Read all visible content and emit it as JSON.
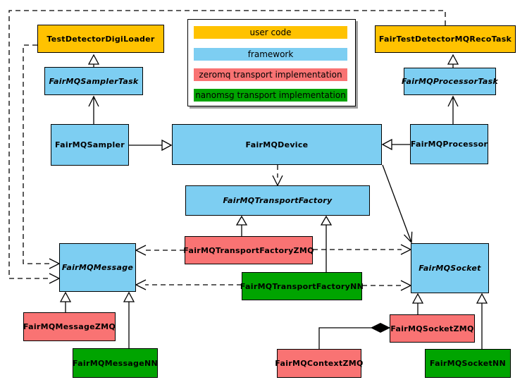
{
  "colors": {
    "user_code": "#FFC200",
    "framework": "#7DCEF2",
    "zeromq": "#F97373",
    "nanomsg": "#00A400",
    "line": "#000000",
    "background": "#ffffff"
  },
  "legend": {
    "items": [
      {
        "label": "user code",
        "color": "#FFC200"
      },
      {
        "label": "framework",
        "color": "#7DCEF2"
      },
      {
        "label": "zeromq transport implementation",
        "color": "#F97373"
      },
      {
        "label": "nanomsg transport implementation",
        "color": "#00A400"
      }
    ]
  },
  "nodes": {
    "testDetectorDigiLoader": {
      "label": "TestDetectorDigiLoader",
      "category": "user code",
      "abstract": false
    },
    "fairTestDetectorMQRecoTask": {
      "label": "FairTestDetectorMQRecoTask",
      "category": "user code",
      "abstract": false
    },
    "fairMQSamplerTask": {
      "label": "FairMQSamplerTask",
      "category": "framework",
      "abstract": true
    },
    "fairMQProcessorTask": {
      "label": "FairMQProcessorTask",
      "category": "framework",
      "abstract": true
    },
    "fairMQSampler": {
      "label": "FairMQSampler",
      "category": "framework",
      "abstract": false
    },
    "fairMQDevice": {
      "label": "FairMQDevice",
      "category": "framework",
      "abstract": false
    },
    "fairMQProcessor": {
      "label": "FairMQProcessor",
      "category": "framework",
      "abstract": false
    },
    "fairMQTransportFactory": {
      "label": "FairMQTransportFactory",
      "category": "framework",
      "abstract": true
    },
    "fairMQTransportFactoryZMQ": {
      "label": "FairMQTransportFactoryZMQ",
      "category": "zeromq",
      "abstract": false
    },
    "fairMQTransportFactoryNN": {
      "label": "FairMQTransportFactoryNN",
      "category": "nanomsg",
      "abstract": false
    },
    "fairMQMessage": {
      "label": "FairMQMessage",
      "category": "framework",
      "abstract": true
    },
    "fairMQSocket": {
      "label": "FairMQSocket",
      "category": "framework",
      "abstract": true
    },
    "fairMQMessageZMQ": {
      "label": "FairMQMessageZMQ",
      "category": "zeromq",
      "abstract": false
    },
    "fairMQMessageNN": {
      "label": "FairMQMessageNN",
      "category": "nanomsg",
      "abstract": false
    },
    "fairMQSocketZMQ": {
      "label": "FairMQSocketZMQ",
      "category": "zeromq",
      "abstract": false
    },
    "fairMQSocketNN": {
      "label": "FairMQSocketNN",
      "category": "nanomsg",
      "abstract": false
    },
    "fairMQContextZMQ": {
      "label": "FairMQContextZMQ",
      "category": "zeromq",
      "abstract": false
    }
  },
  "edges": [
    {
      "from": "FairMQSamplerTask",
      "to": "TestDetectorDigiLoader",
      "type": "generalization"
    },
    {
      "from": "FairMQProcessorTask",
      "to": "FairTestDetectorMQRecoTask",
      "type": "generalization"
    },
    {
      "from": "FairMQSampler",
      "to": "FairMQDevice",
      "type": "generalization"
    },
    {
      "from": "FairMQProcessor",
      "to": "FairMQDevice",
      "type": "generalization"
    },
    {
      "from": "FairMQTransportFactoryZMQ",
      "to": "FairMQTransportFactory",
      "type": "generalization"
    },
    {
      "from": "FairMQTransportFactoryNN",
      "to": "FairMQTransportFactory",
      "type": "generalization"
    },
    {
      "from": "FairMQMessageZMQ",
      "to": "FairMQMessage",
      "type": "generalization"
    },
    {
      "from": "FairMQMessageNN",
      "to": "FairMQMessage",
      "type": "generalization"
    },
    {
      "from": "FairMQSocketZMQ",
      "to": "FairMQSocket",
      "type": "generalization"
    },
    {
      "from": "FairMQSocketNN",
      "to": "FairMQSocket",
      "type": "generalization"
    },
    {
      "from": "FairMQSampler",
      "to": "FairMQSamplerTask",
      "type": "association"
    },
    {
      "from": "FairMQProcessor",
      "to": "FairMQProcessorTask",
      "type": "association"
    },
    {
      "from": "FairMQDevice",
      "to": "FairMQSocket",
      "type": "association"
    },
    {
      "from": "FairTestDetectorMQRecoTask",
      "to": "FairMQMessage",
      "type": "dependency-dashed"
    },
    {
      "from": "TestDetectorDigiLoader",
      "to": "FairMQMessage",
      "type": "dependency-dashed"
    },
    {
      "from": "FairMQDevice",
      "to": "FairMQTransportFactory",
      "type": "dependency-dashed"
    },
    {
      "from": "FairMQTransportFactoryZMQ",
      "to": "FairMQMessage",
      "type": "dependency-dashed"
    },
    {
      "from": "FairMQTransportFactoryZMQ",
      "to": "FairMQSocket",
      "type": "dependency-dashed"
    },
    {
      "from": "FairMQTransportFactoryNN",
      "to": "FairMQMessage",
      "type": "dependency-dashed"
    },
    {
      "from": "FairMQTransportFactoryNN",
      "to": "FairMQSocket",
      "type": "dependency-dashed"
    },
    {
      "from": "FairMQContextZMQ",
      "to": "FairMQSocketZMQ",
      "type": "aggregation"
    }
  ]
}
